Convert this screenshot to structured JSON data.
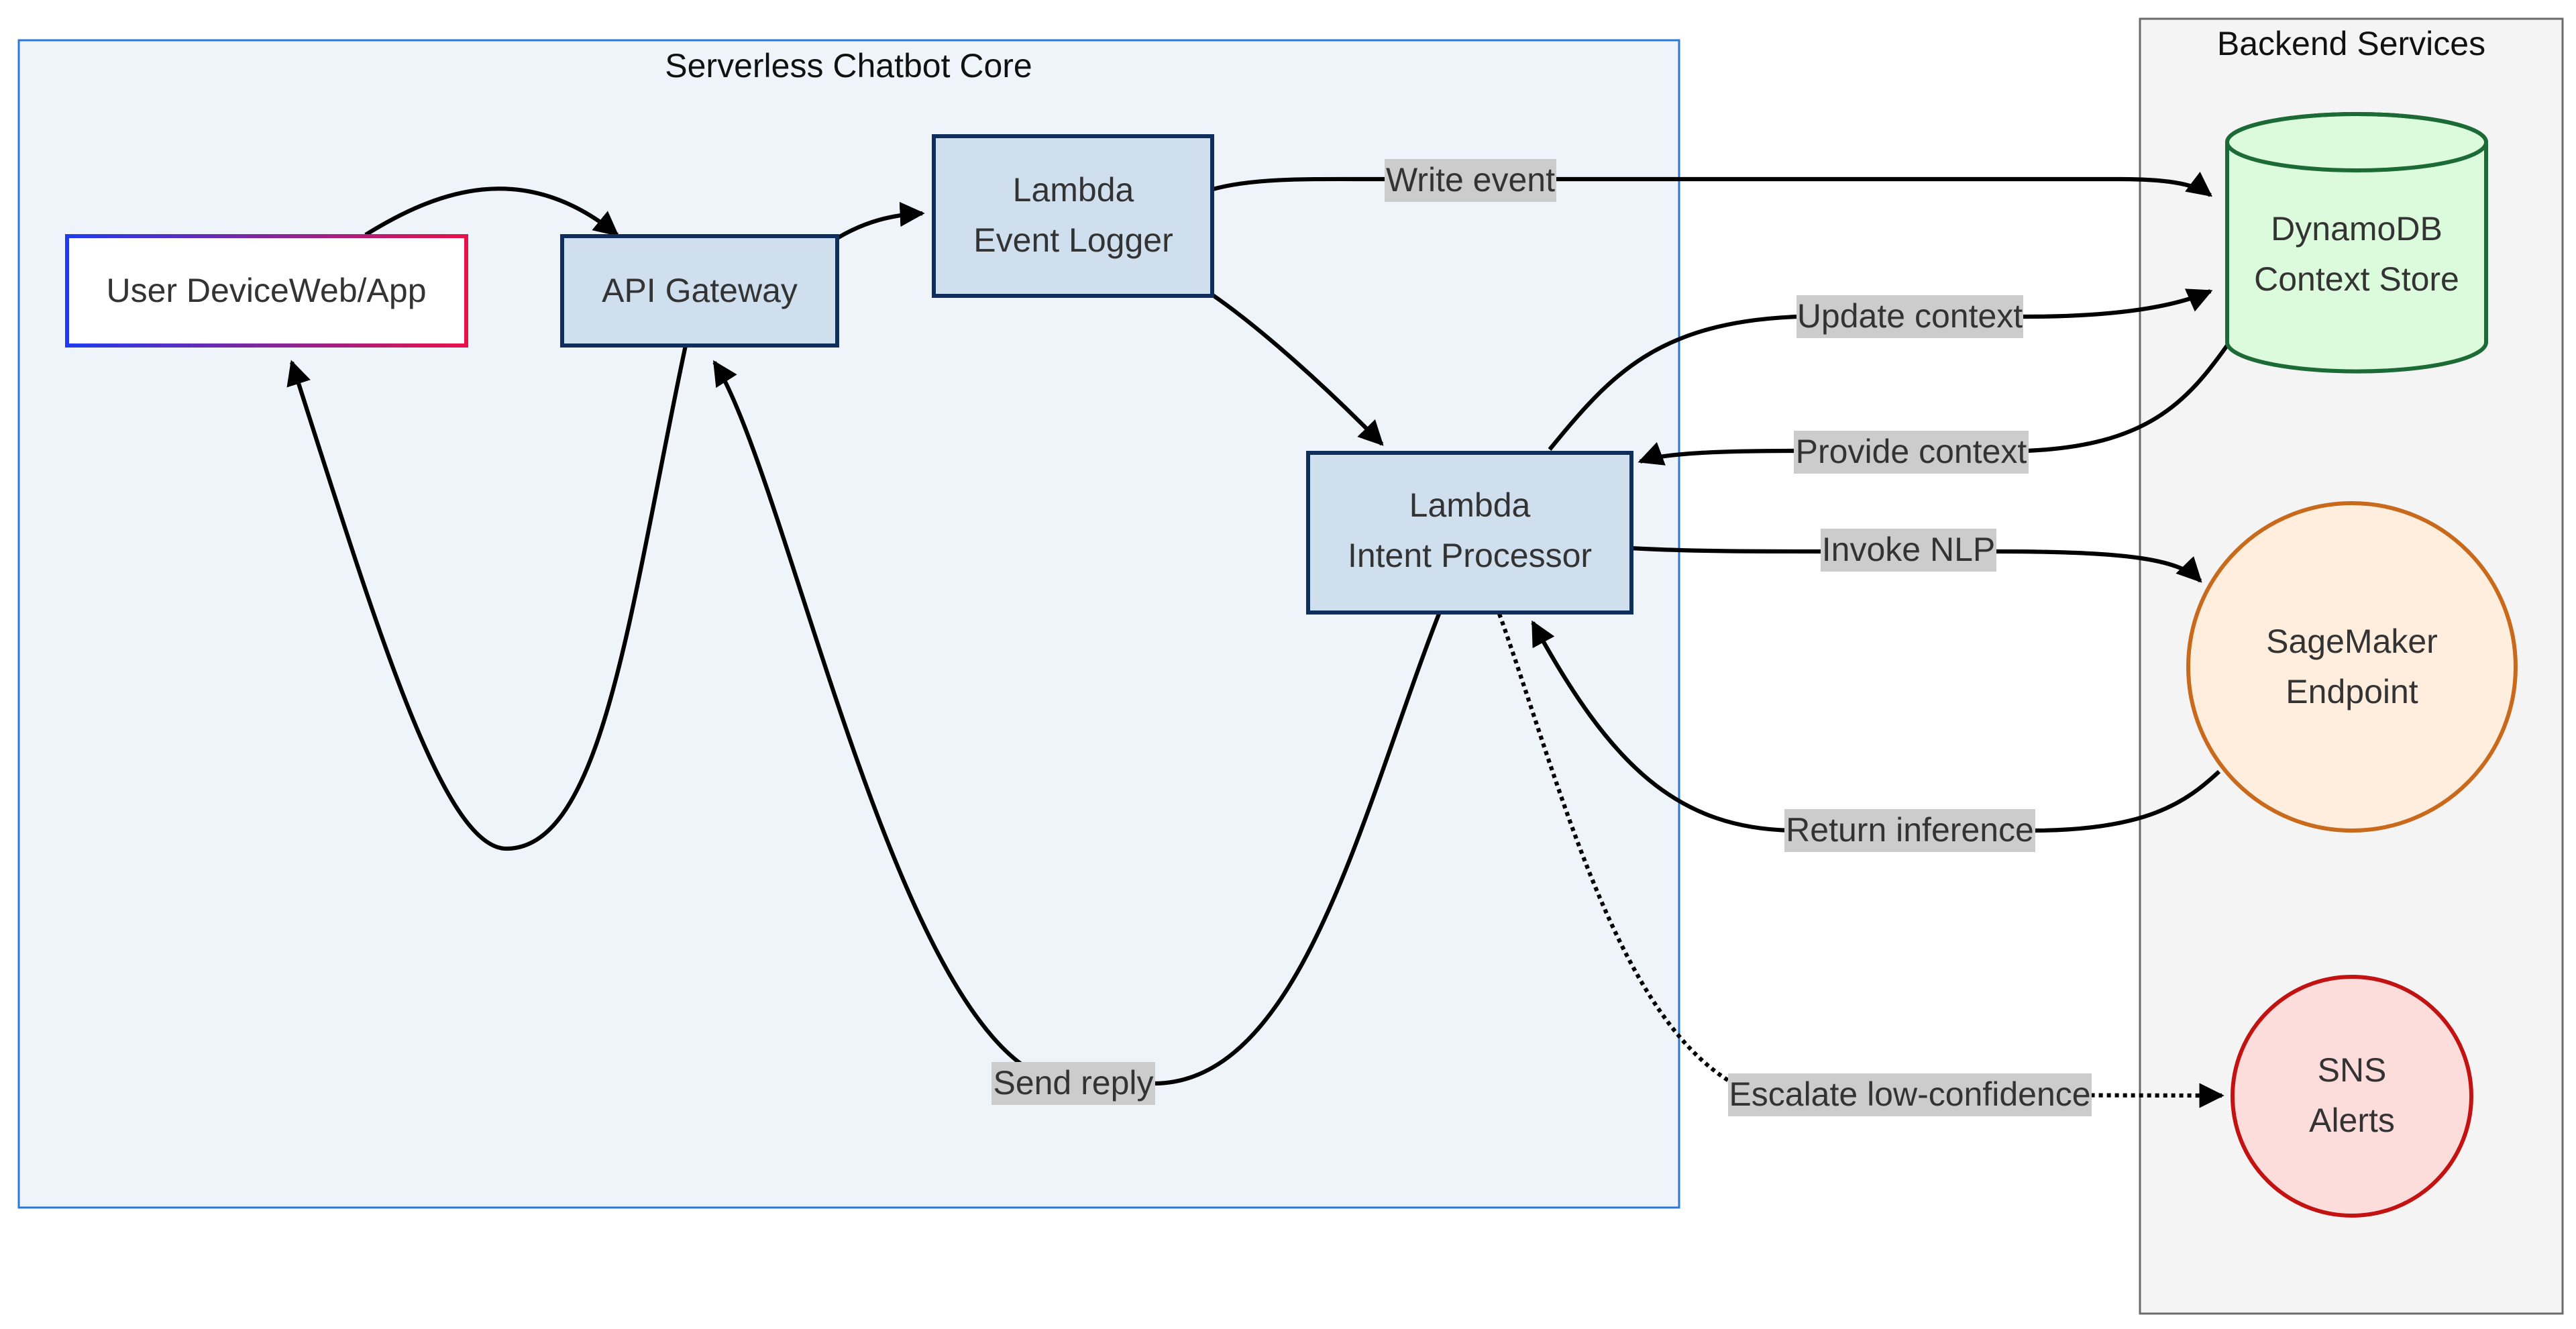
{
  "clusters": {
    "core": "Serverless Chatbot Core",
    "backend": "Backend Services"
  },
  "nodes": {
    "user": "User DeviceWeb/App",
    "api_gateway": "API Gateway",
    "event_logger": [
      "Lambda",
      "Event Logger"
    ],
    "intent_processor": [
      "Lambda",
      "Intent Processor"
    ],
    "dynamodb": [
      "DynamoDB",
      "Context Store"
    ],
    "sagemaker": [
      "SageMaker",
      "Endpoint"
    ],
    "sns": [
      "SNS",
      "Alerts"
    ]
  },
  "edges": {
    "write_event": "Write event",
    "update_context": "Update context",
    "provide_context": "Provide context",
    "invoke_nlp": "Invoke NLP",
    "return_inference": "Return inference",
    "send_reply": "Send reply",
    "escalate": "Escalate low-confidence"
  },
  "colors": {
    "core_cluster_fill": "#eef4fa",
    "core_cluster_border": "#2a79d8",
    "backend_cluster_fill": "#f4f4f4",
    "lambda_fill": "#cfdfee",
    "lambda_border": "#0f2e5c",
    "dynamodb_fill": "#dcfbdc",
    "dynamodb_border": "#1c6a35",
    "sagemaker_fill": "#ffeedd",
    "sagemaker_border": "#c8691b",
    "sns_fill": "#fddcdc",
    "sns_border": "#c21212",
    "user_border_gradient": [
      "#1f3bf0",
      "#e8124a"
    ]
  }
}
